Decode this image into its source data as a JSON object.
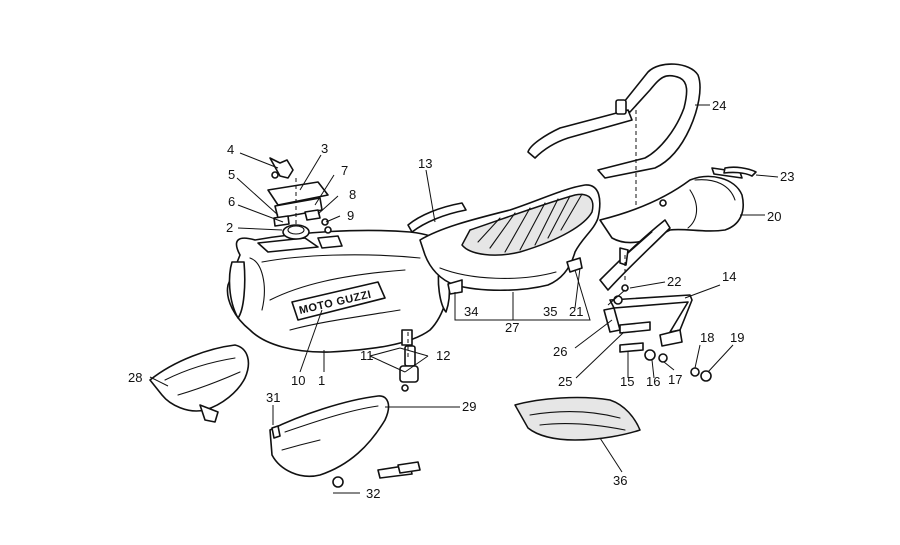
{
  "diagram": {
    "tank_logo": "MOTO GUZZI",
    "callouts": [
      "1",
      "2",
      "3",
      "4",
      "5",
      "6",
      "7",
      "8",
      "9",
      "10",
      "11",
      "12",
      "13",
      "14",
      "15",
      "16",
      "17",
      "18",
      "19",
      "20",
      "21",
      "22",
      "23",
      "24",
      "25",
      "26",
      "27",
      "28",
      "29",
      "31",
      "32",
      "34",
      "35",
      "36"
    ]
  }
}
